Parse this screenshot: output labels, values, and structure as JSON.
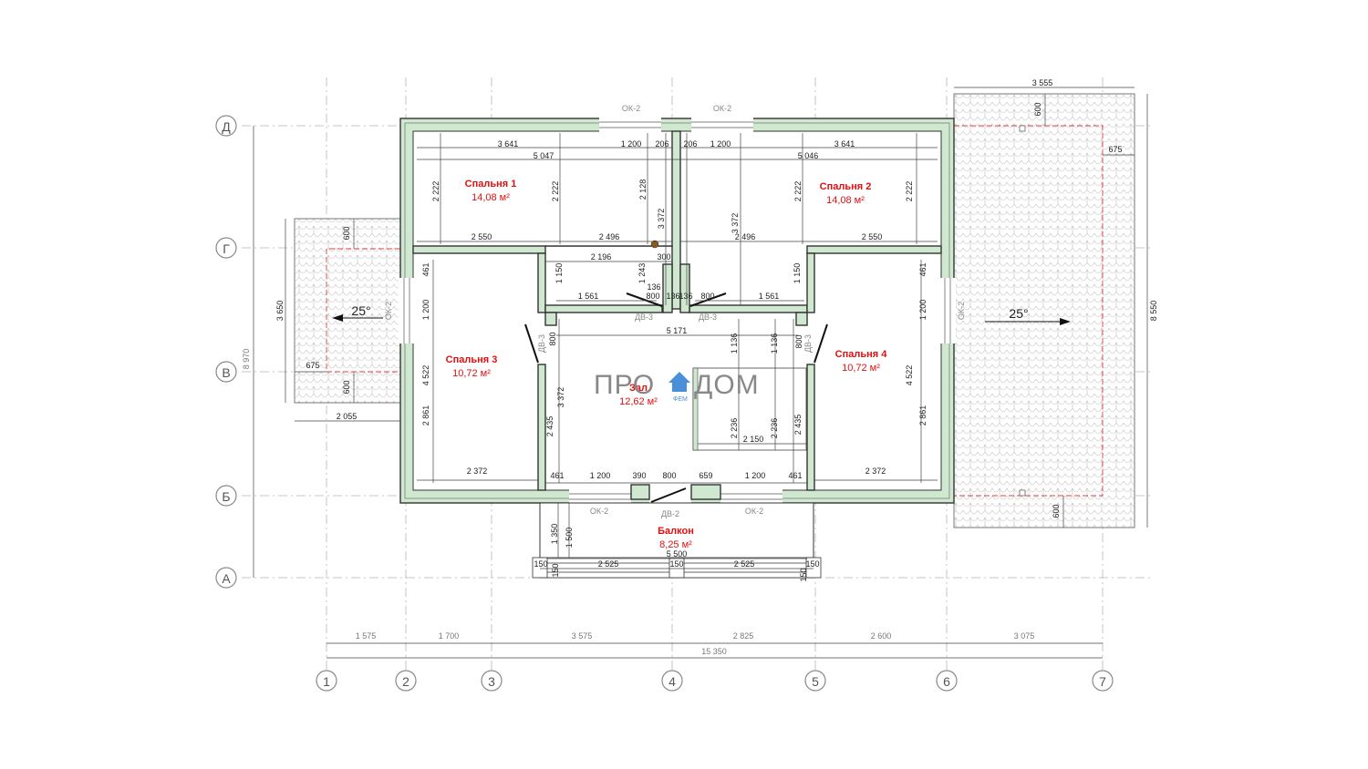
{
  "axes": {
    "letters": [
      "Д",
      "Г",
      "В",
      "Б",
      "А"
    ],
    "numbers": [
      "1",
      "2",
      "3",
      "4",
      "5",
      "6",
      "7"
    ]
  },
  "bottom_dims": {
    "segments": [
      "1 575",
      "1 700",
      "3 575",
      "2 825",
      "2 600",
      "3 075"
    ],
    "total": "15 350"
  },
  "rooms": [
    {
      "name": "Спальня 1",
      "area": "14,08 м²"
    },
    {
      "name": "Спальня 2",
      "area": "14,08 м²"
    },
    {
      "name": "Спальня 3",
      "area": "10,72 м²"
    },
    {
      "name": "Спальня 4",
      "area": "10,72 м²"
    },
    {
      "name": "Зал",
      "area": "12,62 м²"
    },
    {
      "name": "Балкон",
      "area": "8,25 м²"
    }
  ],
  "marks": {
    "window": "ОК-2",
    "door3": "ДВ-3",
    "door2": "ДВ-2"
  },
  "roof": {
    "slope": "25°",
    "left_height": "3 650",
    "left_width": "2 055",
    "left_overhang": "675",
    "left_edge": "600",
    "right_width": "3 555",
    "right_height": "8 550",
    "right_overhang": "675",
    "right_edge": "600"
  },
  "overall_height": "8 970",
  "dims": {
    "top_row1": [
      "3 641",
      "1 200",
      "206",
      "206",
      "1 200",
      "3 641"
    ],
    "top_row2": [
      "5 047",
      "5 046"
    ],
    "room_h": [
      "2 222",
      "2 222",
      "2 128",
      "3 372",
      "3 372",
      "2 222",
      "2 222"
    ],
    "corridor_row": [
      "2 550",
      "2 496",
      "2 496",
      "2 550"
    ],
    "misc": [
      "2 196",
      "300",
      "1 243",
      "136",
      "1 150",
      "1 150",
      "136",
      "800",
      "136",
      "800",
      "1 561",
      "1 561",
      "461",
      "461",
      "1 200",
      "1 200",
      "5 171",
      "1 136",
      "1 136",
      "800",
      "800",
      "4 522",
      "4 522",
      "2 861",
      "2 861",
      "3 372",
      "2 435",
      "2 236",
      "2 236",
      "2 435",
      "2 150",
      "2 372",
      "2 372"
    ],
    "bottom_row": [
      "461",
      "1 200",
      "390",
      "800",
      "659",
      "1 200",
      "461"
    ],
    "balcony": [
      "1 350",
      "1 500",
      "150",
      "150",
      "5 500",
      "2 525",
      "150",
      "2 525",
      "150",
      "150"
    ]
  },
  "logo": {
    "left": "ПРО",
    "right": "ДОМ",
    "sub": "ФЕМ"
  }
}
